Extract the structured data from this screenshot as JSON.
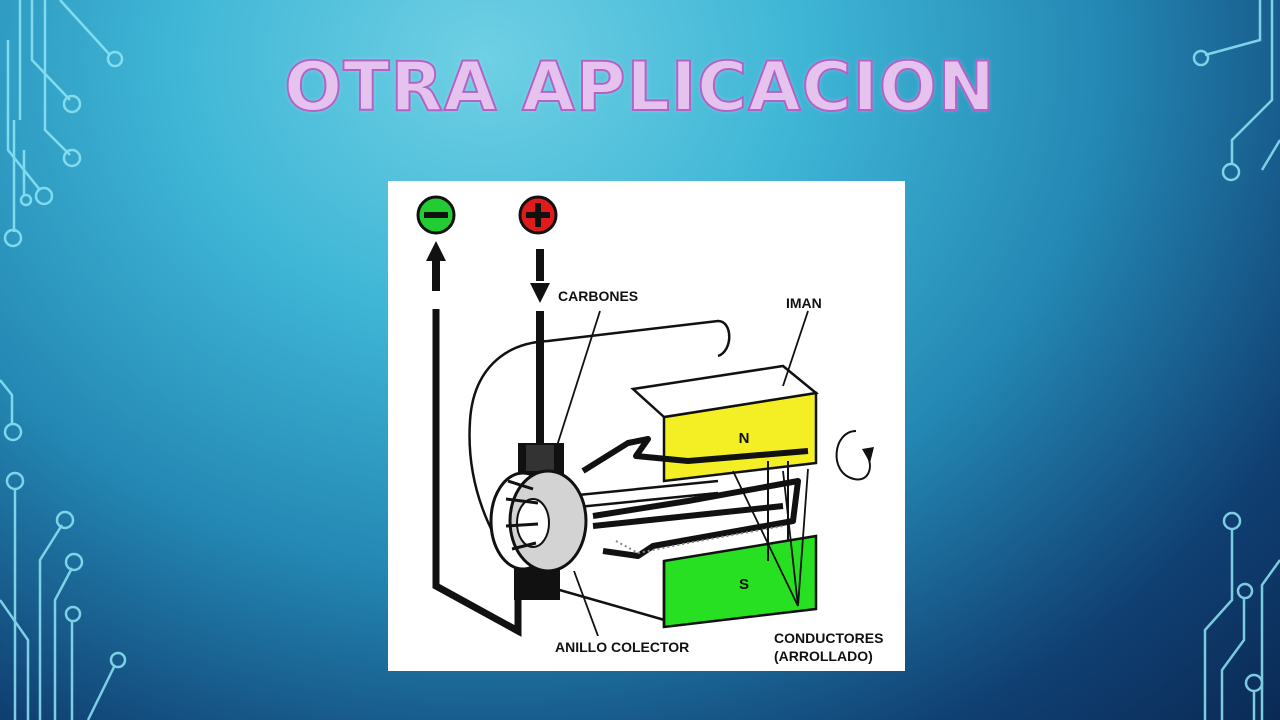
{
  "slide": {
    "title": "OTRA APLICACION",
    "colors": {
      "title_fill": "#e6c3ee",
      "title_stroke": "#b462c6",
      "background_light": "#6fd0e4",
      "background_dark": "#0a2a55"
    }
  },
  "diagram": {
    "terminals": [
      {
        "name": "negative-terminal",
        "symbol": "minus",
        "color": "#22cc33"
      },
      {
        "name": "positive-terminal",
        "symbol": "plus",
        "color": "#e01b1b"
      }
    ],
    "magnet_north_label": "N",
    "magnet_south_label": "S",
    "magnet_colors": {
      "north": "#f3ef24",
      "south": "#28e022"
    },
    "labels": {
      "brushes": "CARBONES",
      "magnet": "IMAN",
      "slip_ring": "ANILLO COLECTOR",
      "conductors_line1": "CONDUCTORES",
      "conductors_line2": "(ARROLLADO)"
    }
  }
}
